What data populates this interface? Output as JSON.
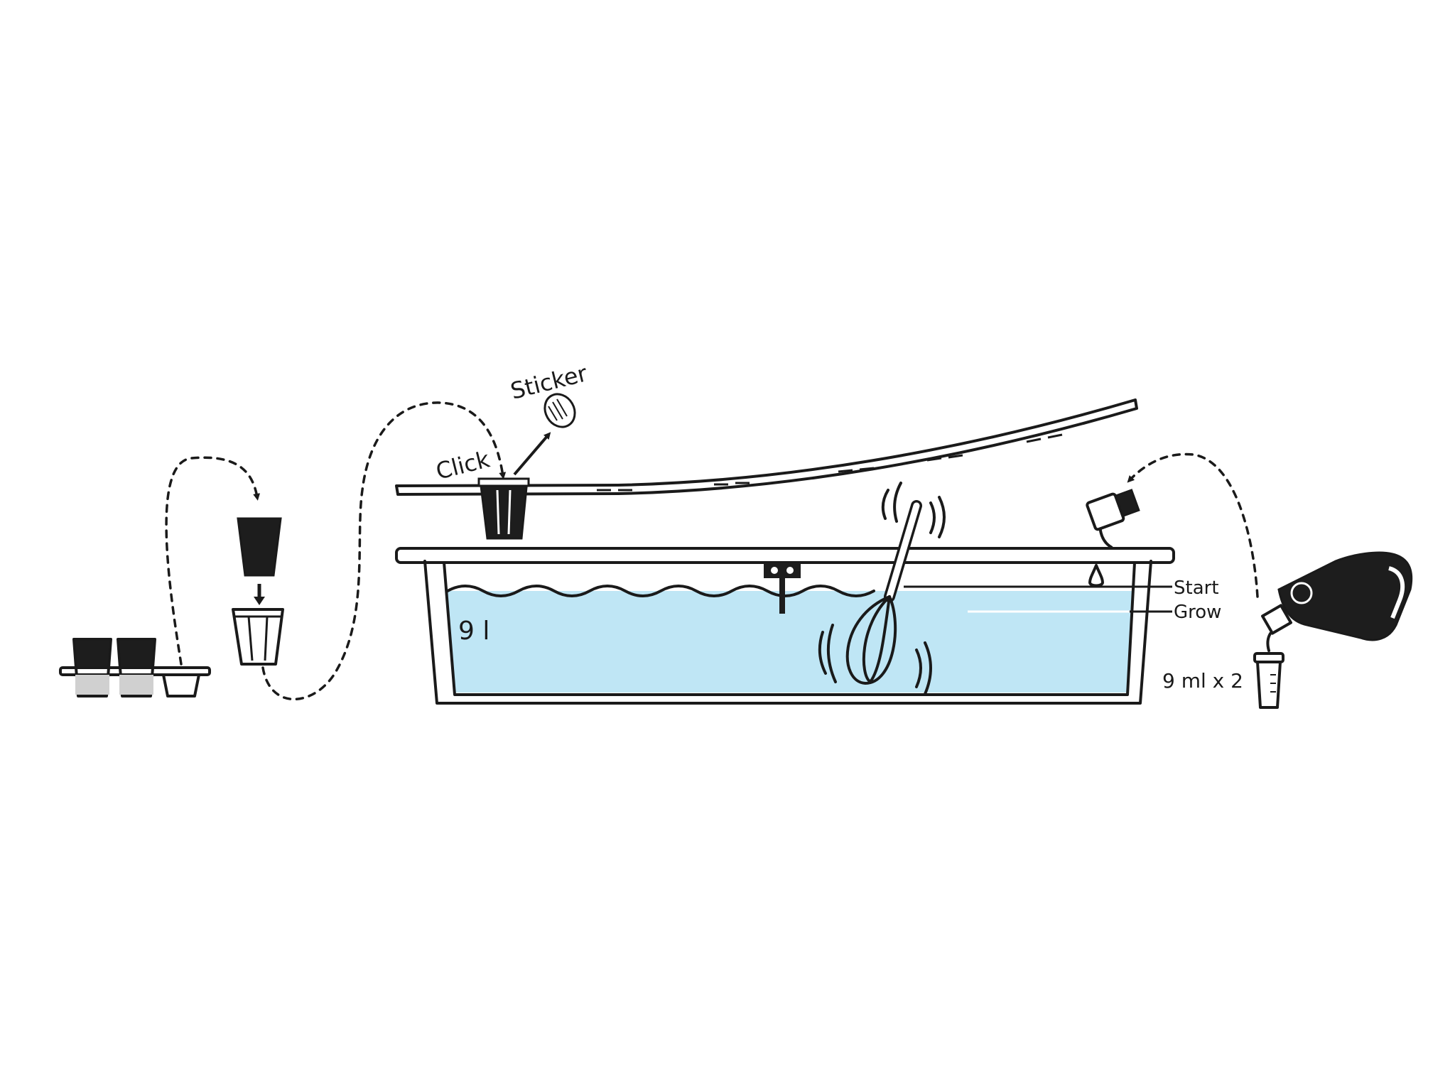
{
  "labels": {
    "sticker": "Sticker",
    "click": "Click",
    "volume": "9 l",
    "start": "Start",
    "grow": "Grow",
    "dose": "9 ml x 2"
  },
  "colors": {
    "water": "#bfe6f5",
    "line": "#1a1a1a",
    "dark_fill": "#1d1d1d",
    "background": "#ffffff"
  },
  "icons": [
    "seedling-plug-tray-icon",
    "seed-plug-icon",
    "net-pot-icon",
    "planted-net-pot-icon",
    "sticker-icon",
    "whisk-icon",
    "nutrient-bottle-icon",
    "measuring-cap-icon",
    "dosing-cap-icon",
    "water-drop-icon",
    "bracket-sensor-icon"
  ]
}
